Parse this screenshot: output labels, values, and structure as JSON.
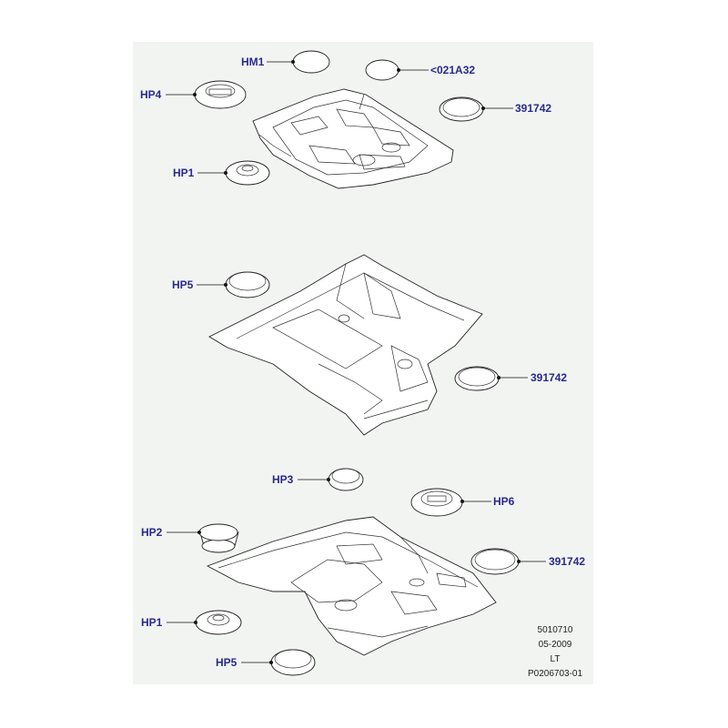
{
  "callouts": [
    {
      "id": "hm1",
      "text": "HM1"
    },
    {
      "id": "c021",
      "text": "<021A32"
    },
    {
      "id": "hp4",
      "text": "HP4"
    },
    {
      "id": "r1",
      "text": "391742"
    },
    {
      "id": "hp1a",
      "text": "HP1"
    },
    {
      "id": "hp5a",
      "text": "HP5"
    },
    {
      "id": "r2",
      "text": "391742"
    },
    {
      "id": "hp3",
      "text": "HP3"
    },
    {
      "id": "hp6",
      "text": "HP6"
    },
    {
      "id": "hp2",
      "text": "HP2"
    },
    {
      "id": "r3",
      "text": "391742"
    },
    {
      "id": "hp1b",
      "text": "HP1"
    },
    {
      "id": "hp5b",
      "text": "HP5"
    }
  ],
  "reference": {
    "line1": "5010710",
    "line2": "05-2009",
    "line3": "LT",
    "line4": "P0206703-01"
  }
}
